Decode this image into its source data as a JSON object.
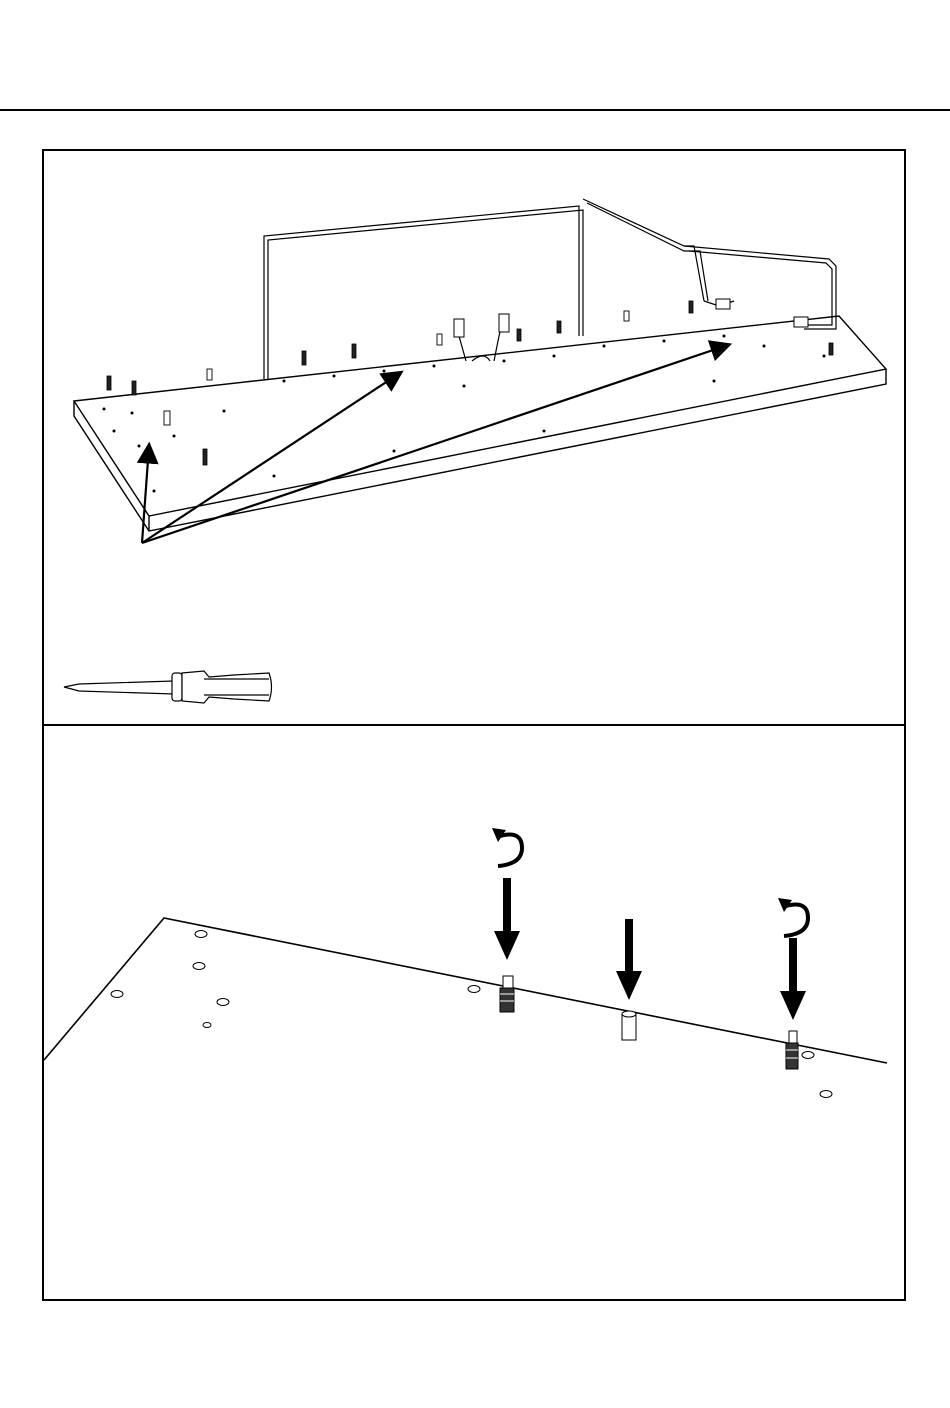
{
  "page": {
    "accent_color": "#000000",
    "background_color": "#ffffff"
  },
  "step_top": {
    "illustration": "table-top-with-cable-frame",
    "tool_icon": "screwdriver-icon",
    "callout_count": 3
  },
  "step_bottom": {
    "illustration": "close-up-panel-holes",
    "fasteners": [
      "cam-bolt-icon",
      "dowel-icon",
      "cam-bolt-icon"
    ],
    "rotate_icons": 2
  }
}
